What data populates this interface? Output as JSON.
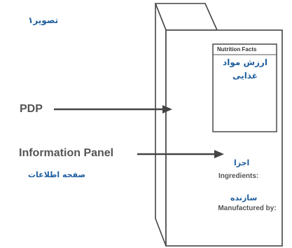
{
  "figure": {
    "title_fa": "تصویر۱"
  },
  "labels": {
    "pdp": "PDP",
    "information_panel": "Information Panel",
    "information_panel_fa": "صفحه اطلاعات"
  },
  "nutrition_box": {
    "heading_en": "Nutrition Facts",
    "heading_fa": "ارزش مواد غذایی"
  },
  "info_panel_content": {
    "ingredients_fa": "اجزا",
    "ingredients_en": "Ingredients:",
    "manufacturer_fa": "سازنده",
    "manufacturer_en": "Manufactured by:"
  },
  "colors": {
    "persian_text": "#1f5f9e",
    "english_text": "#555555",
    "outline": "#444444"
  }
}
